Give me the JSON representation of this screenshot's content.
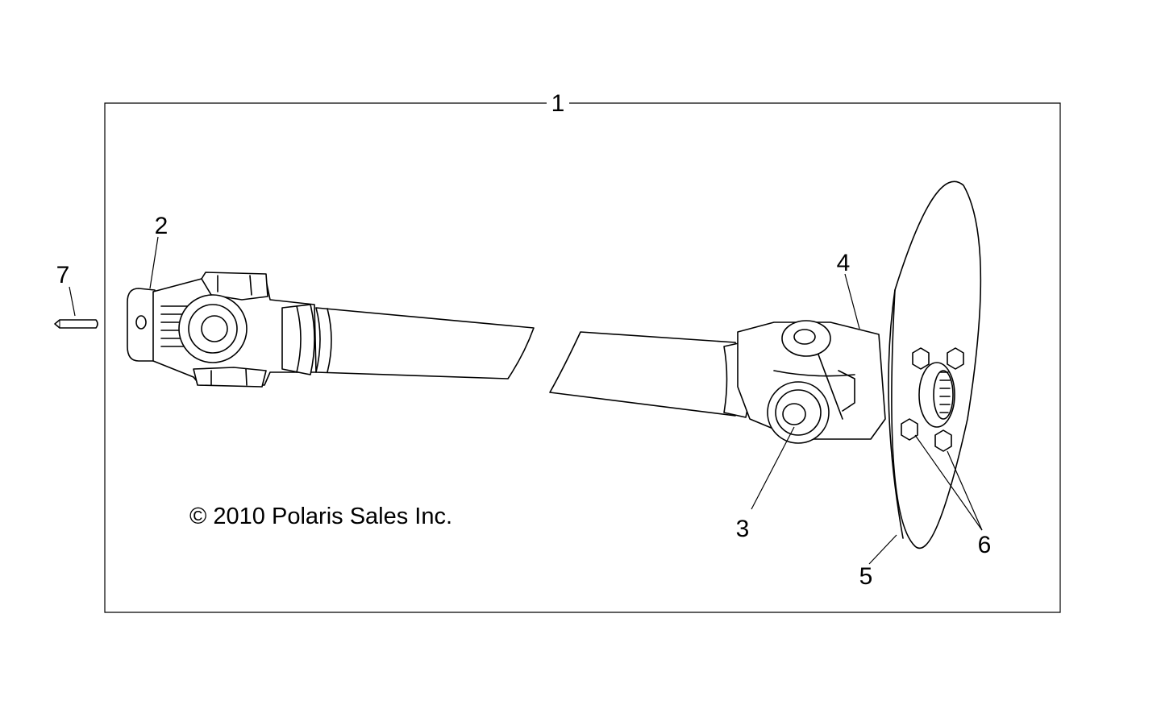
{
  "callouts": [
    {
      "id": "1",
      "label": "1"
    },
    {
      "id": "2",
      "label": "2"
    },
    {
      "id": "3",
      "label": "3"
    },
    {
      "id": "4",
      "label": "4"
    },
    {
      "id": "5",
      "label": "5"
    },
    {
      "id": "6",
      "label": "6"
    },
    {
      "id": "7",
      "label": "7"
    }
  ],
  "copyright": "© 2010 Polaris Sales Inc."
}
